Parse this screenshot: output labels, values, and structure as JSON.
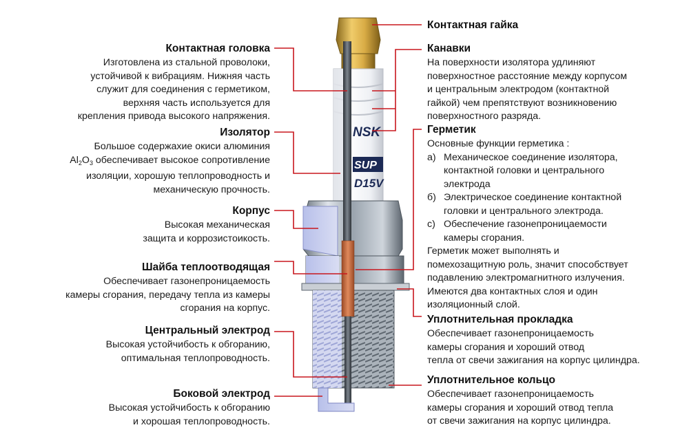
{
  "colors": {
    "leader": "#c8161d",
    "text": "#1a1a1a",
    "brass": "#c9a03a",
    "ceramic": "#eceef2",
    "steel": "#8f9aa4",
    "copper": "#c56d42"
  },
  "plug_marks": {
    "brand": "NSK",
    "series": "SUP",
    "model": "D15V"
  },
  "left": [
    {
      "title": "Контактная головка",
      "body": "Изготовлена из стальной проволоки,\nустойчивой к вибрациям. Нижняя часть\nслужит для соединения с герметиком,\nверхняя часть используется для\nкрепления привода высокого напряжения."
    },
    {
      "title": "Изолятор",
      "body_line1": "Большое содержахие окиси алюминия",
      "body_line2_prefix": "Al",
      "body_line2_sub1": "2",
      "body_line2_mid": "O",
      "body_line2_sub2": "3",
      "body_line2_rest": " обеспечивает высокое сопротивление",
      "body_rest": "изоляции, хорошую теплопроводность и\nмеханическую прочность."
    },
    {
      "title": "Корпус",
      "body": "Высокая механическая\nзащита и коррозистоикость."
    },
    {
      "title": "Шайба теплоотводящая",
      "body": "Обеспечивает газонепроницаемость\nкамеры сгорания, передачу тепла из камеры\nсгорания на корпус."
    },
    {
      "title": "Центральный электрод",
      "body": "Высокая устойчибость к обгоранию,\nоптимальная теплопроводность."
    },
    {
      "title": "Боковой электрод",
      "body": "Высокая устойчибость к обгоранию\nи хорошая теплопроводность."
    }
  ],
  "right": {
    "nut": {
      "title": "Контактная гайка"
    },
    "grooves": {
      "title": "Канавки",
      "body": "На поверхности изолятора удлиняют\nповерхностное расстояние между корпусом\nи центральным электродом (контактной\nгайкой) чем препятствуют возникновению\nповерхностного разряда."
    },
    "sealant": {
      "title": "Герметик",
      "intro": "Основные функции герметика :",
      "items": [
        {
          "mark": "а)",
          "text": "Механическое соединение изолятора,\nконтактной головки и центрального\nэлектрода"
        },
        {
          "mark": "б)",
          "text": "Электрическое соединение контактной\nголовки и центрального электрода."
        },
        {
          "mark": "с)",
          "text": "Обеспечение газонепроницаемости\nкамеры сгорания."
        }
      ],
      "outro": "Герметик может выполнять и\nпомехозащитную роль, значит способствует\nподавлению электромагнитного излучения.\nИмеются два контактных слоя и один\nизоляционный слой."
    },
    "gasket": {
      "title": "Уплотнительная прокладка",
      "body": "Обеспечивает газонепроницаемость\nкамеры сгорания и хороший отвод\nтепла от свечи зажигания на корпус цилиндра."
    },
    "ring": {
      "title": "Уплотнительное кольцо",
      "body": "Обеспечивает газонепроницаемость\nкамеры сгорания и хороший отвод тепла\nот свечи зажигания на корпус цилиндра."
    }
  }
}
